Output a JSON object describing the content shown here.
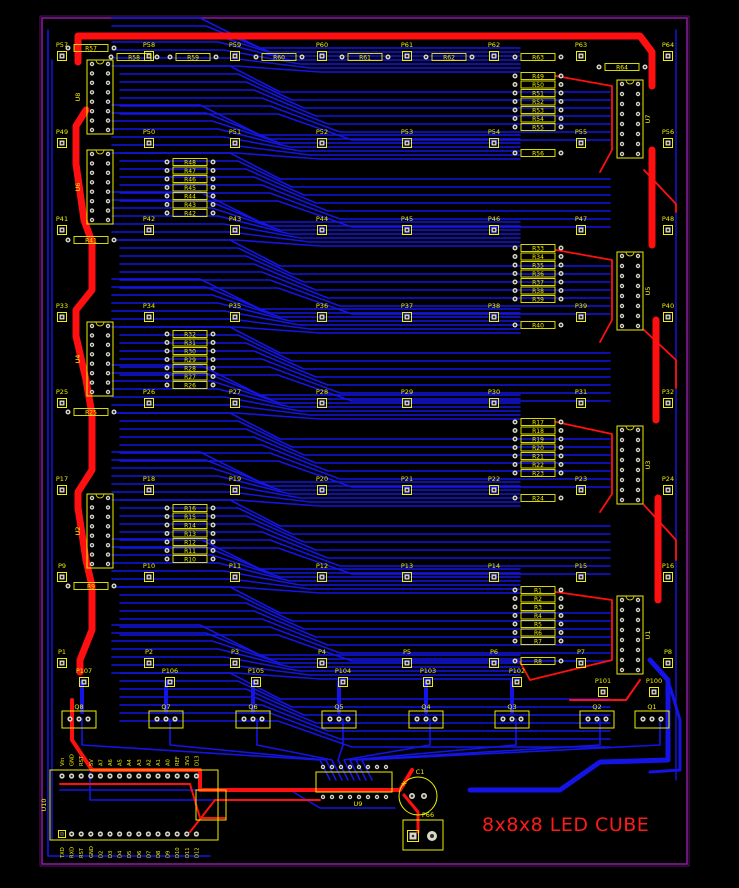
{
  "board": {
    "title": "8x8x8 LED CUBE",
    "colors": {
      "background": "#000000",
      "outline": "#8a1ea0",
      "top_copper": "#ff1010",
      "bottom_copper": "#1414e6",
      "silkscreen": "#f0f000",
      "pad_fill": "#d8d8c8",
      "pad_hole": "#303030"
    }
  },
  "resistor_labels": {
    "left_col": [
      [
        "R16",
        "R15",
        "R14",
        "R13",
        "R12",
        "R11",
        "R10"
      ],
      [
        "R32",
        "R31",
        "R30",
        "R29",
        "R28",
        "R27",
        "R26"
      ],
      [
        "R48",
        "R47",
        "R46",
        "R45",
        "R44",
        "R43",
        "R42"
      ]
    ],
    "right_col": [
      [
        "R1",
        "R2",
        "R3",
        "R4",
        "R5",
        "R6",
        "R7"
      ],
      [
        "R17",
        "R18",
        "R19",
        "R20",
        "R21",
        "R22",
        "R23"
      ],
      [
        "R33",
        "R34",
        "R35",
        "R36",
        "R37",
        "R38",
        "R39"
      ],
      [
        "R49",
        "R50",
        "R51",
        "R52",
        "R53",
        "R54",
        "R55"
      ]
    ],
    "bottom_single": [
      "R8",
      "R24",
      "R40",
      "R56"
    ],
    "left_single": [
      "R9",
      "R25",
      "R41",
      "R57"
    ],
    "top_row": [
      "R58",
      "R59",
      "R60",
      "R61",
      "R62",
      "R63",
      "R64"
    ]
  },
  "pad_rows": [
    [
      "P57",
      "P58",
      "P59",
      "P60",
      "P61",
      "P62",
      "P63",
      "P64"
    ],
    [
      "P49",
      "P50",
      "P51",
      "P52",
      "P53",
      "P54",
      "P55",
      "P56"
    ],
    [
      "P41",
      "P42",
      "P43",
      "P44",
      "P45",
      "P46",
      "P47",
      "P48"
    ],
    [
      "P33",
      "P34",
      "P35",
      "P36",
      "P37",
      "P38",
      "P39",
      "P40"
    ],
    [
      "P25",
      "P26",
      "P27",
      "P28",
      "P29",
      "P30",
      "P31",
      "P32"
    ],
    [
      "P17",
      "P18",
      "P19",
      "P20",
      "P21",
      "P22",
      "P23",
      "P24"
    ],
    [
      "P9",
      "P10",
      "P11",
      "P12",
      "P13",
      "P14",
      "P15",
      "P16"
    ],
    [
      "P1",
      "P2",
      "P3",
      "P4",
      "P5",
      "P6",
      "P7",
      "P8"
    ]
  ],
  "chips_left": [
    "U8",
    "U6",
    "U4",
    "U2"
  ],
  "chips_right": [
    "U7",
    "U5",
    "U3",
    "U1"
  ],
  "transistors": [
    "Q8",
    "Q7",
    "Q6",
    "Q5",
    "Q4",
    "Q3",
    "Q2",
    "Q1"
  ],
  "transistor_pads": [
    "P107",
    "P106",
    "P105",
    "P104",
    "P103",
    "P102",
    "P101",
    "P100"
  ],
  "u9": "U9",
  "u10": "U10",
  "cap": "C1",
  "power_pad": "P66",
  "arduino_top_pins": [
    "Vin",
    "GND",
    "RST",
    "5V",
    "A7",
    "A6",
    "A5",
    "A4",
    "A3",
    "A2",
    "A1",
    "A0",
    "REF",
    "3V3",
    "D13"
  ],
  "arduino_bottom_pins": [
    "TXD",
    "RXD",
    "RST",
    "GND",
    "D2",
    "D3",
    "D4",
    "D5",
    "D6",
    "D7",
    "D8",
    "D9",
    "D10",
    "D11",
    "D12"
  ]
}
